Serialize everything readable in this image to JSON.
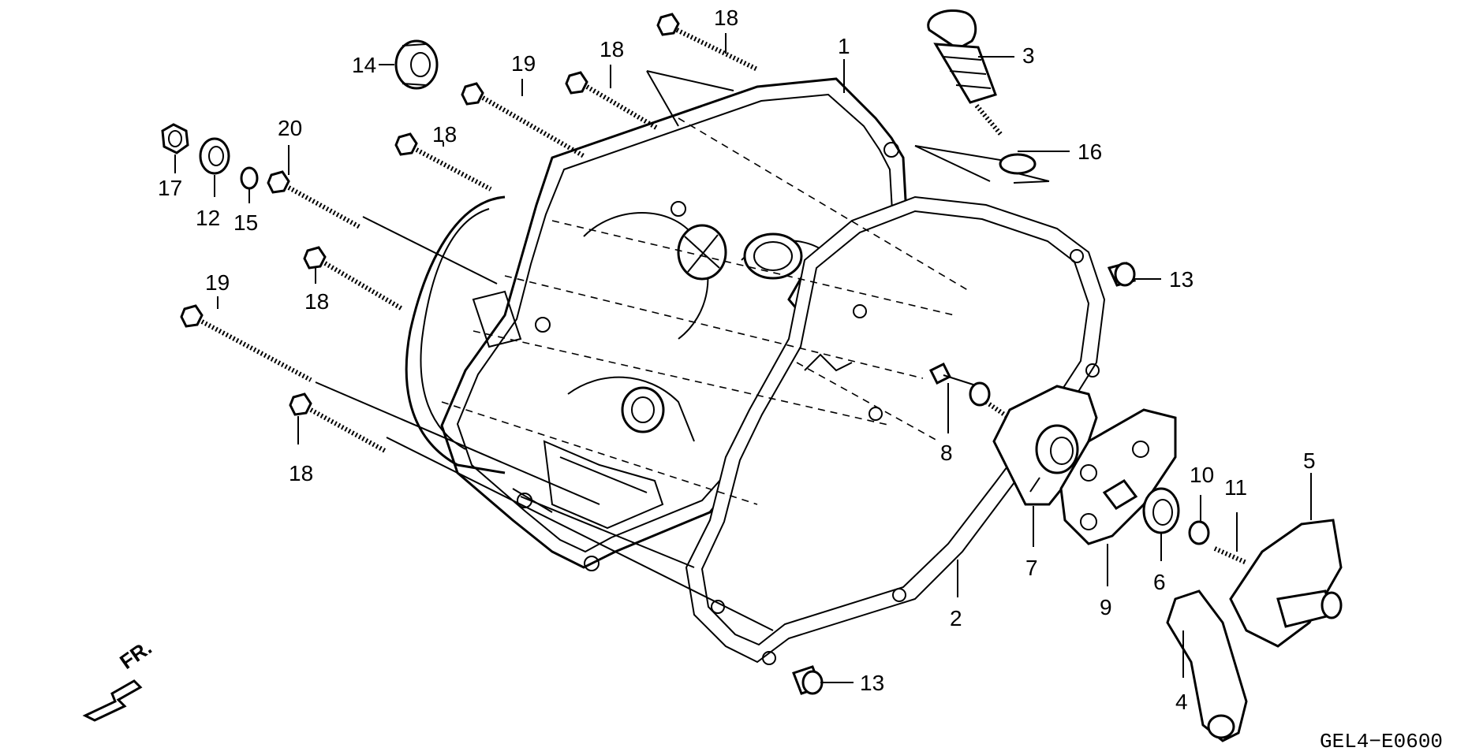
{
  "diagram_code": "GEL4−E0600",
  "front_indicator": "FR.",
  "labels": {
    "l1": "1",
    "l2": "2",
    "l3": "3",
    "l4": "4",
    "l5": "5",
    "l6": "6",
    "l7": "7",
    "l8": "8",
    "l9": "9",
    "l10": "10",
    "l11": "11",
    "l12": "12",
    "l13a": "13",
    "l13b": "13",
    "l14": "14",
    "l15": "15",
    "l16": "16",
    "l17": "17",
    "l18a": "18",
    "l18b": "18",
    "l18c": "18",
    "l18d": "18",
    "l18e": "18",
    "l19a": "19",
    "l19b": "19",
    "l20": "20"
  }
}
